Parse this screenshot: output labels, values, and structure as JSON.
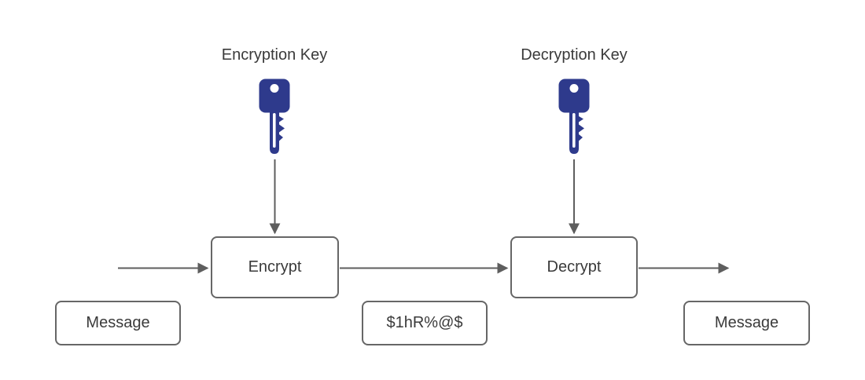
{
  "diagram": {
    "title_implied": "Encryption / Decryption flow",
    "labels": {
      "encryption_key": "Encryption Key",
      "decryption_key": "Decryption Key"
    },
    "nodes": {
      "encrypt": "Encrypt",
      "decrypt": "Decrypt",
      "message_in": "Message",
      "ciphertext": "$1hR%@$",
      "message_out": "Message"
    },
    "icons": {
      "encryption_key_icon": "key-icon",
      "decryption_key_icon": "key-icon"
    },
    "colors": {
      "key_fill": "#2e3a8c",
      "shape_border": "#666666",
      "connector": "#5e5e5e",
      "text": "#3a3a3a",
      "background": "#ffffff"
    }
  }
}
